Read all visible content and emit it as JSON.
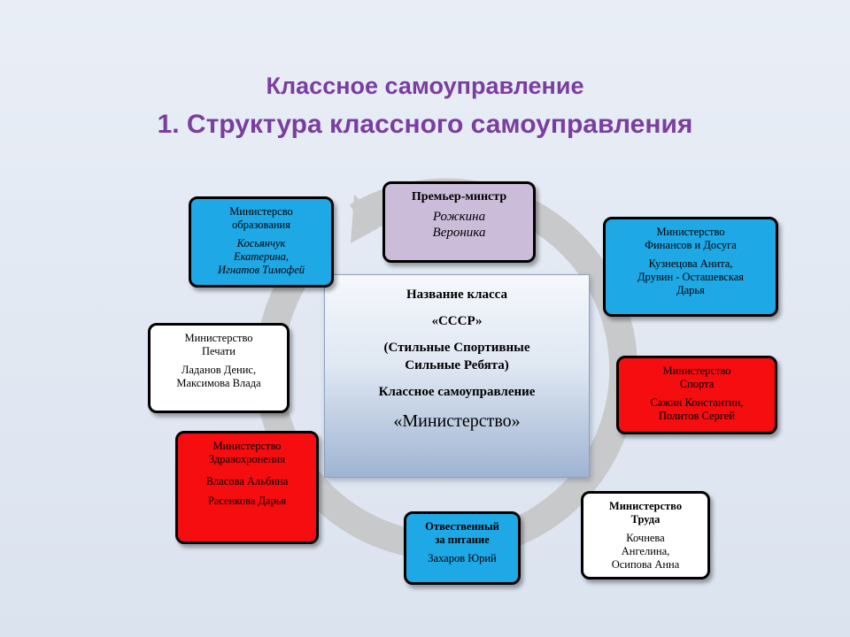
{
  "slide": {
    "title_line1": "Классное самоуправление",
    "title_line2": "1. Структура классного самоуправления"
  },
  "center": {
    "line1": "Название класса",
    "line2": "«СССР»",
    "line3": "(Стильные Спортивные",
    "line4": "Сильные Ребята)",
    "line5": "Классное самоуправление",
    "line6": "«Министерство»"
  },
  "boxes": {
    "premier": {
      "name": "Премьер-минстр",
      "people_1": "Рожкина",
      "people_2": "Вероника",
      "color": "#cbbcda"
    },
    "education": {
      "name_1": "Министерсво",
      "name_2": "образования",
      "people_1": "Косьянчук",
      "people_2": "Екатерина,",
      "people_3": "Игнатов Тимофей",
      "color": "#1ea8e6"
    },
    "finance": {
      "name_1": "Министерство",
      "name_2": "Финансов и Досуга",
      "people_1": "Кузнецова Анита,",
      "people_2": "Друвин - Осташевская",
      "people_3": "Дарья",
      "color": "#1ea8e6"
    },
    "press": {
      "name_1": "Министерство",
      "name_2": "Печати",
      "people_1": "Ладанов Денис,",
      "people_2": "Максимова Влада",
      "color": "#ffffff"
    },
    "sport": {
      "name_1": "Министерство",
      "name_2": "Спорта",
      "people_1": "Сажин Константин,",
      "people_2": "Политов Сергей",
      "color": "#f50d10"
    },
    "health": {
      "name_1": "Министерство",
      "name_2": "Здравохронения",
      "people_1": "Власова Альбина",
      "people_2": "Расенкова Дарья",
      "color": "#f50d10"
    },
    "food": {
      "name_1": "Отвественный",
      "name_2": "за питание",
      "people_1": "Захаров Юрий",
      "color": "#1ea8e6"
    },
    "labor": {
      "name_1": "Министерство",
      "name_2": "Труда",
      "people_1": "Кочнева",
      "people_2": "Ангелина,",
      "people_3": "Осипова Анна",
      "color": "#ffffff"
    }
  }
}
